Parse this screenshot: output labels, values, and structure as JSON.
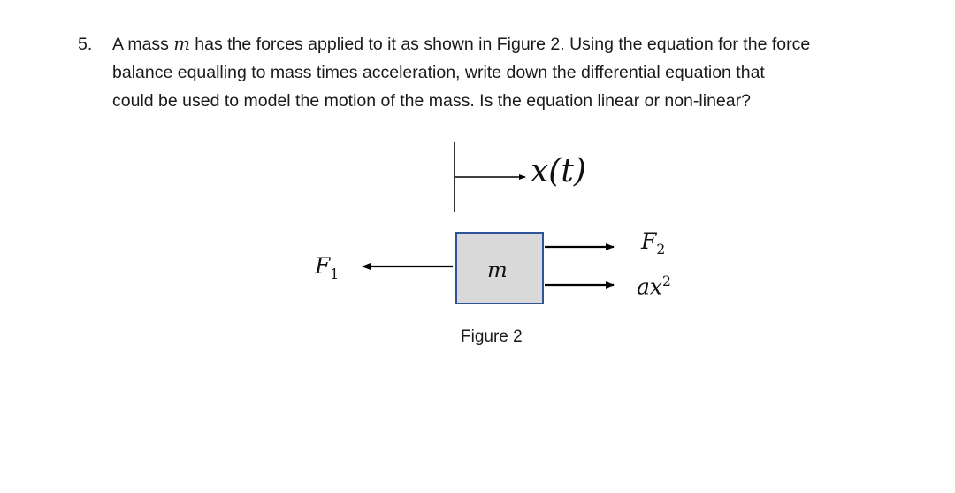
{
  "question": {
    "number": "5.",
    "line1_before": "A mass ",
    "var_m": "m",
    "line1_after": " has the forces applied to it as shown in Figure 2. Using the equation for the force",
    "line2": "balance equalling to mass times acceleration, write down the differential equation that",
    "line3": "could be used to model the motion of the mass. Is the equation linear or non-linear?"
  },
  "figure": {
    "displacement_label": "x(t)",
    "mass_label": "m",
    "force_left": {
      "symbol": "F",
      "subscript": "1"
    },
    "force_right_top": {
      "symbol": "F",
      "subscript": "2"
    },
    "force_right_bottom": {
      "symbol": "ax",
      "superscript": "2"
    },
    "caption": "Figure 2"
  }
}
